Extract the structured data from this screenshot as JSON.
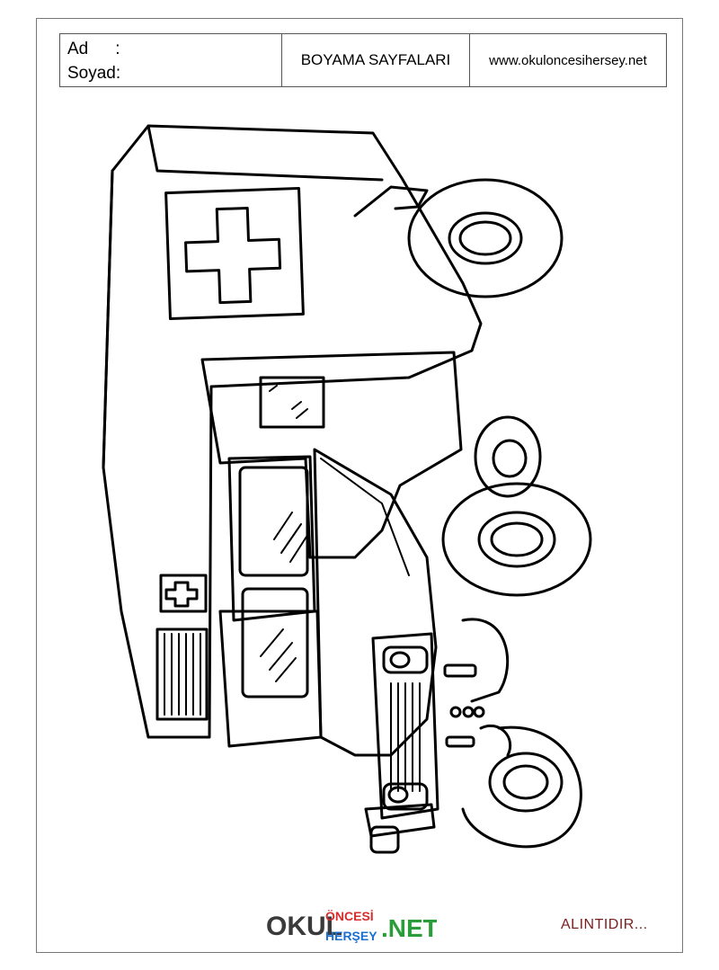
{
  "header": {
    "name_label": "Ad",
    "name_colon": ":",
    "surname_label": "Soyad:",
    "title": "BOYAMA SAYFALARI",
    "website": "www.okuloncesihersey.net"
  },
  "drawing": {
    "subject": "ambulance-coloring-outline"
  },
  "logo": {
    "word1": "OKUL",
    "word2_top": "ÖNCESİ",
    "word2_bottom": "HERŞEY",
    "word3": ".NET",
    "colors": [
      "#1a6fd1",
      "#d62d2d",
      "#2a9d3a",
      "#f0a400",
      "#7a3fb5"
    ]
  },
  "credit": "ALINTIDIR..."
}
